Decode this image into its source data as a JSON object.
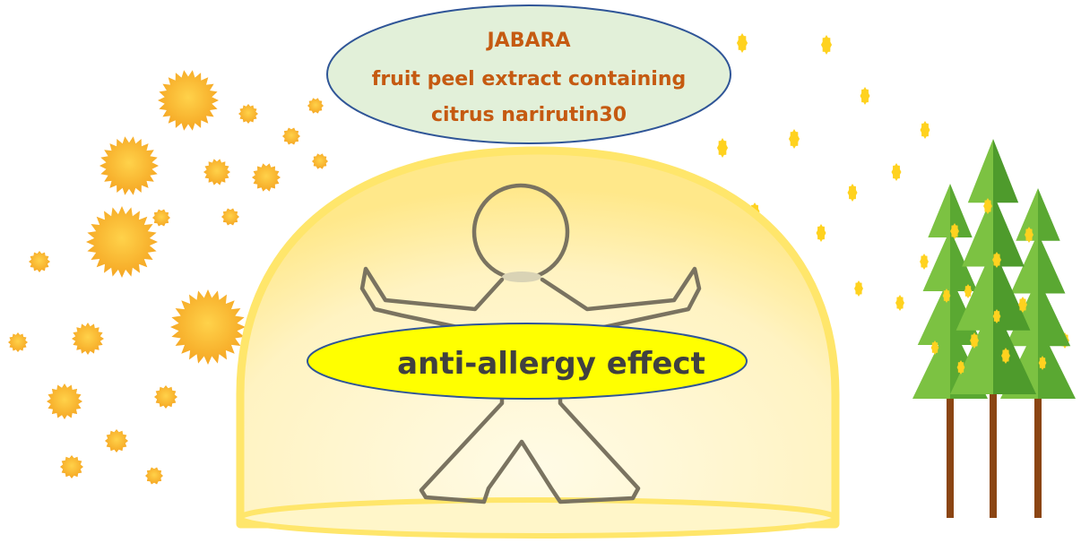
{
  "top_label": {
    "lines": [
      "JABARA",
      "fruit peel extract containing",
      "citrus narirutin30"
    ],
    "text_color": "#c55a11",
    "fill_color": "#e2f0d9",
    "stroke_color": "#2f5597"
  },
  "center_label": {
    "text": "anti-allergy effect",
    "text_color": "#404040",
    "fill_color": "#ffff00",
    "stroke_color": "#2f5597"
  },
  "icons": {
    "pollen": "pollen-icon",
    "tree": "cedar-tree-icon",
    "person": "person-icon",
    "shield": "protective-dome-icon"
  }
}
